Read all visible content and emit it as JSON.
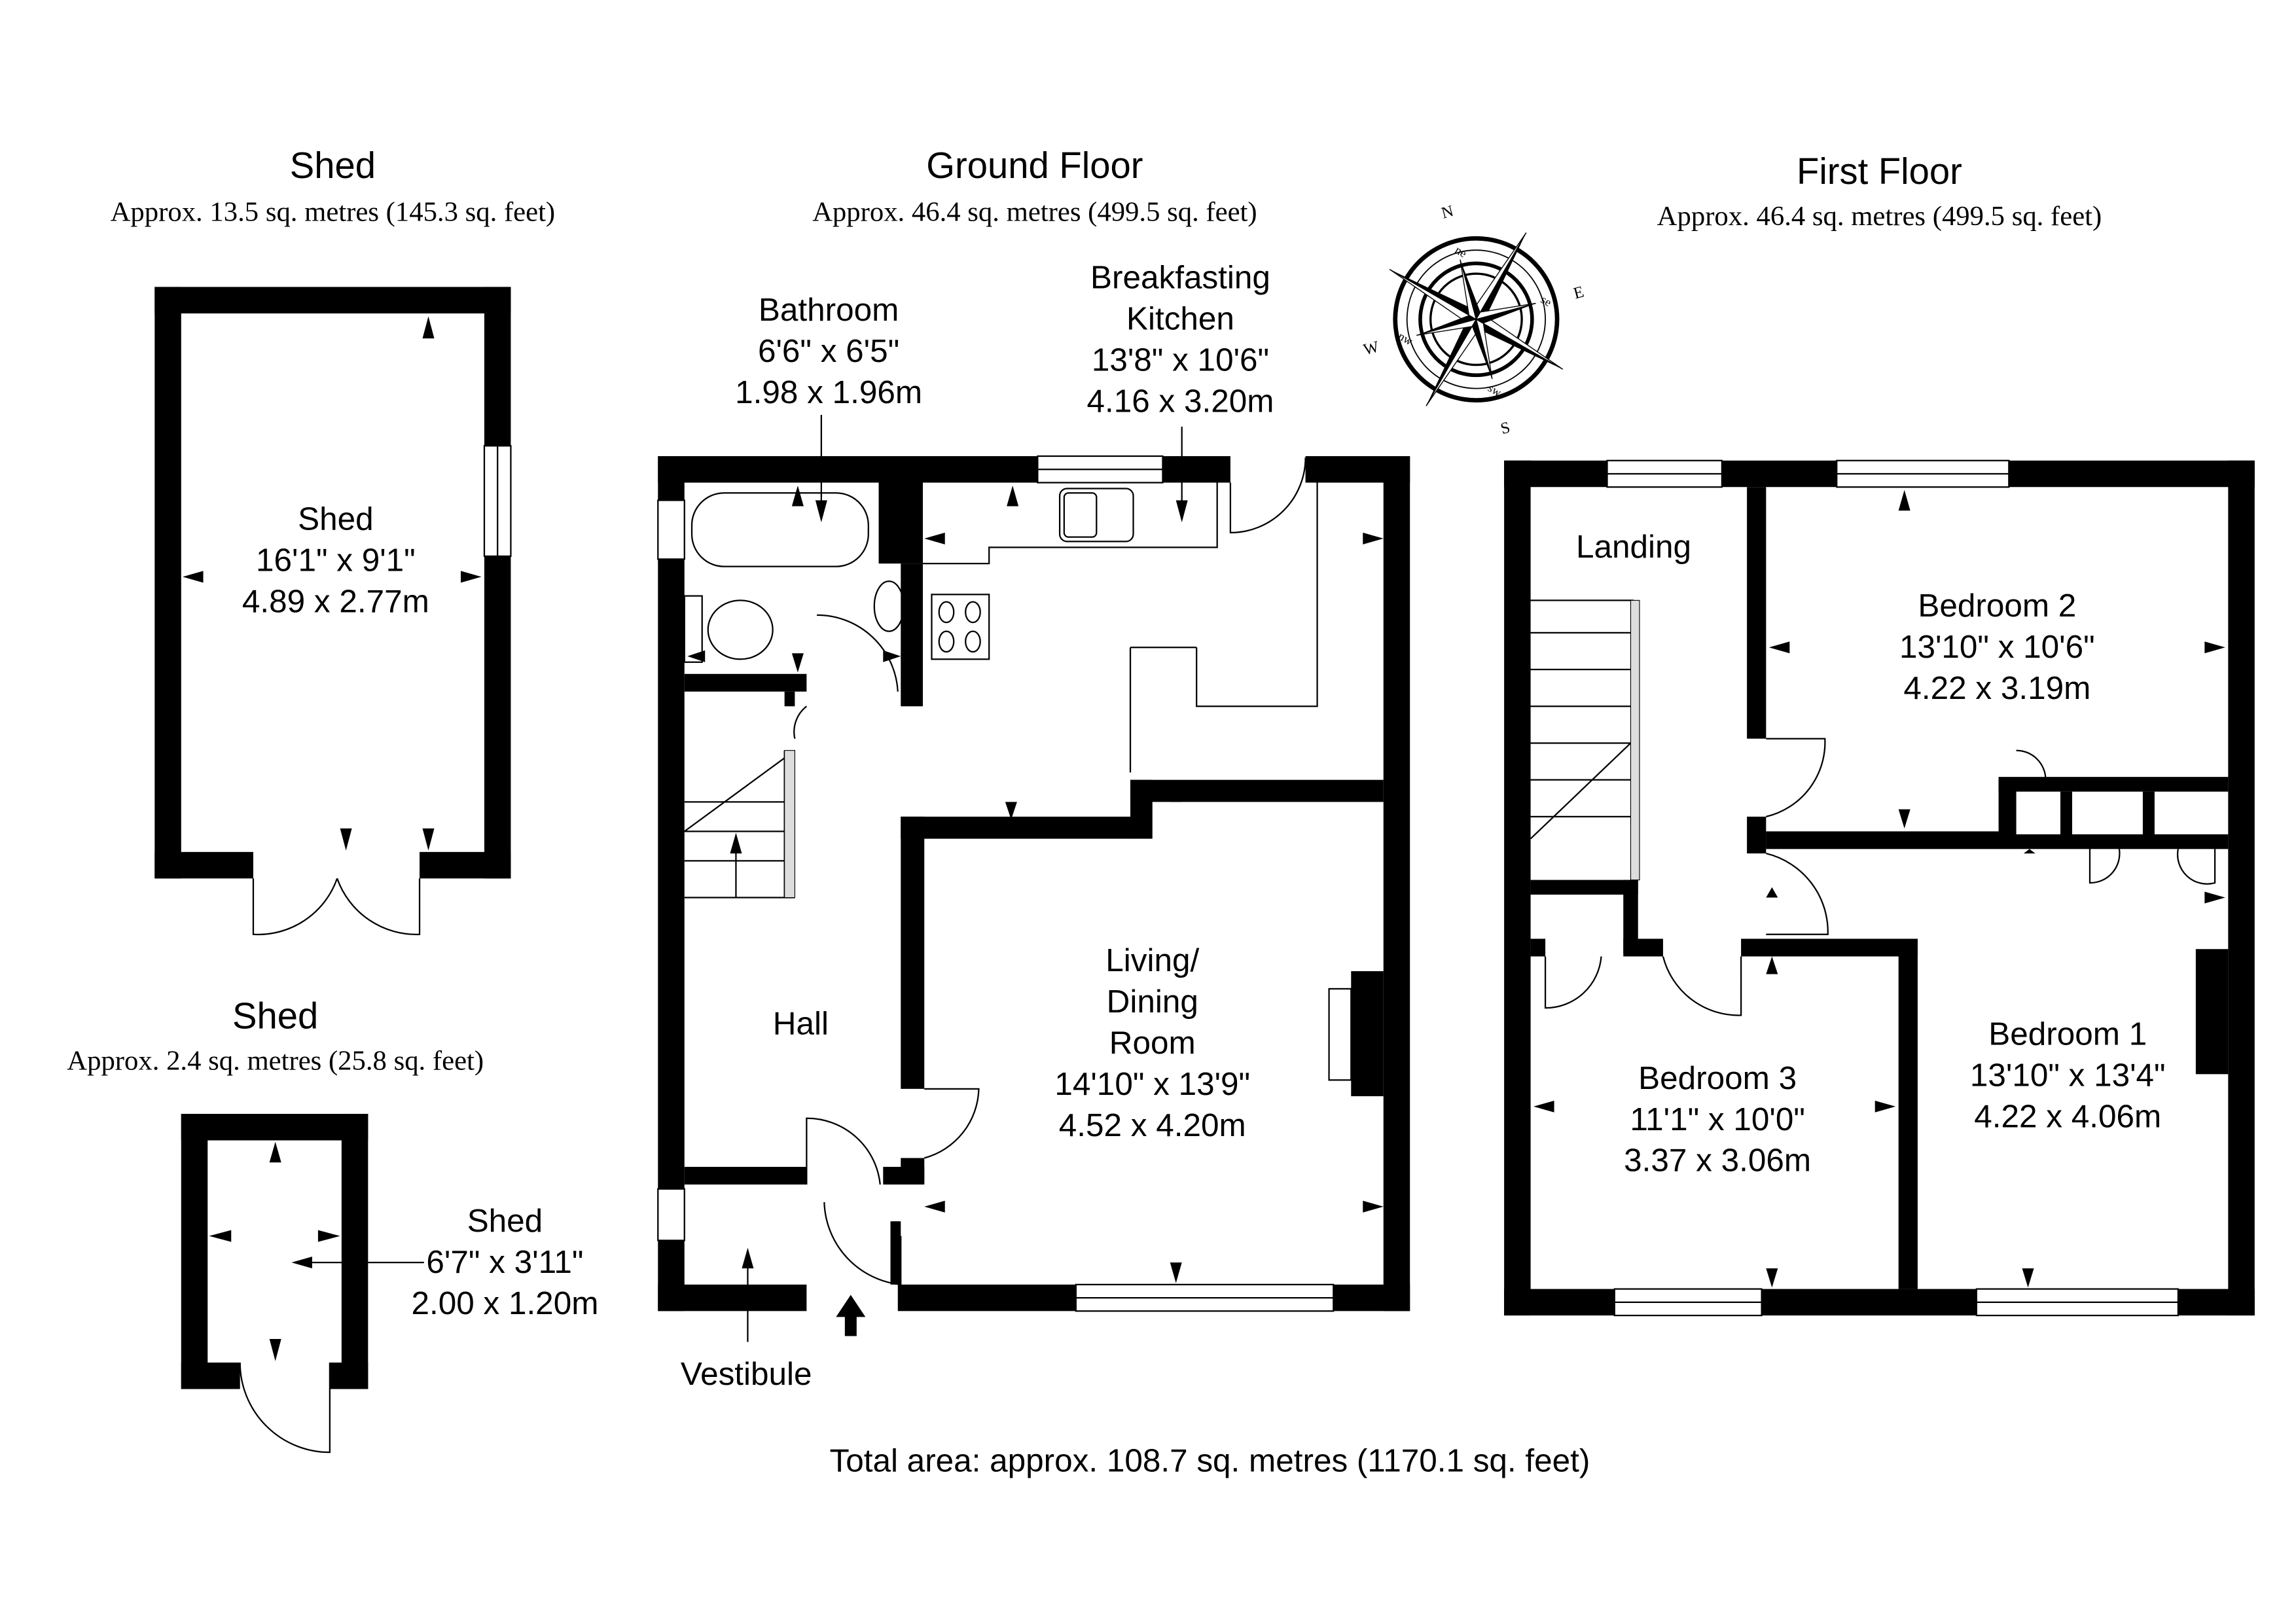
{
  "sheds": {
    "large": {
      "title": "Shed",
      "area": "Approx. 13.5 sq. metres (145.3 sq. feet)",
      "room": {
        "name": "Shed",
        "imperial": "16'1\" x 9'1\"",
        "metric": "4.89 x 2.77m"
      }
    },
    "small": {
      "title": "Shed",
      "area": "Approx. 2.4 sq. metres (25.8 sq. feet)",
      "room": {
        "name": "Shed",
        "imperial": "6'7\" x 3'11\"",
        "metric": "2.00 x 1.20m"
      }
    }
  },
  "ground_floor": {
    "title": "Ground Floor",
    "area": "Approx. 46.4 sq. metres (499.5 sq. feet)",
    "rooms": {
      "bathroom": {
        "name": "Bathroom",
        "imperial": "6'6\" x 6'5\"",
        "metric": "1.98 x 1.96m"
      },
      "kitchen": {
        "name1": "Breakfasting",
        "name2": "Kitchen",
        "imperial": "13'8\" x 10'6\"",
        "metric": "4.16 x 3.20m"
      },
      "living": {
        "name1": "Living/",
        "name2": "Dining",
        "name3": "Room",
        "imperial": "14'10\" x 13'9\"",
        "metric": "4.52 x 4.20m"
      },
      "hall": {
        "name": "Hall"
      },
      "vestibule": {
        "name": "Vestibule"
      }
    }
  },
  "first_floor": {
    "title": "First Floor",
    "area": "Approx. 46.4 sq. metres (499.5 sq. feet)",
    "rooms": {
      "landing": {
        "name": "Landing"
      },
      "bedroom2": {
        "name": "Bedroom 2",
        "imperial": "13'10\" x 10'6\"",
        "metric": "4.22 x 3.19m"
      },
      "bedroom1": {
        "name": "Bedroom 1",
        "imperial": "13'10\" x 13'4\"",
        "metric": "4.22 x 4.06m"
      },
      "bedroom3": {
        "name": "Bedroom 3",
        "imperial": "11'1\" x 10'0\"",
        "metric": "3.37 x 3.06m"
      }
    }
  },
  "compass": {
    "n": "N",
    "e": "E",
    "s": "S",
    "w": "W",
    "ne": "ne",
    "se": "se",
    "sw": "sw",
    "nw": "nw"
  },
  "total_area": "Total area: approx. 108.7 sq. metres (1170.1 sq. feet)"
}
